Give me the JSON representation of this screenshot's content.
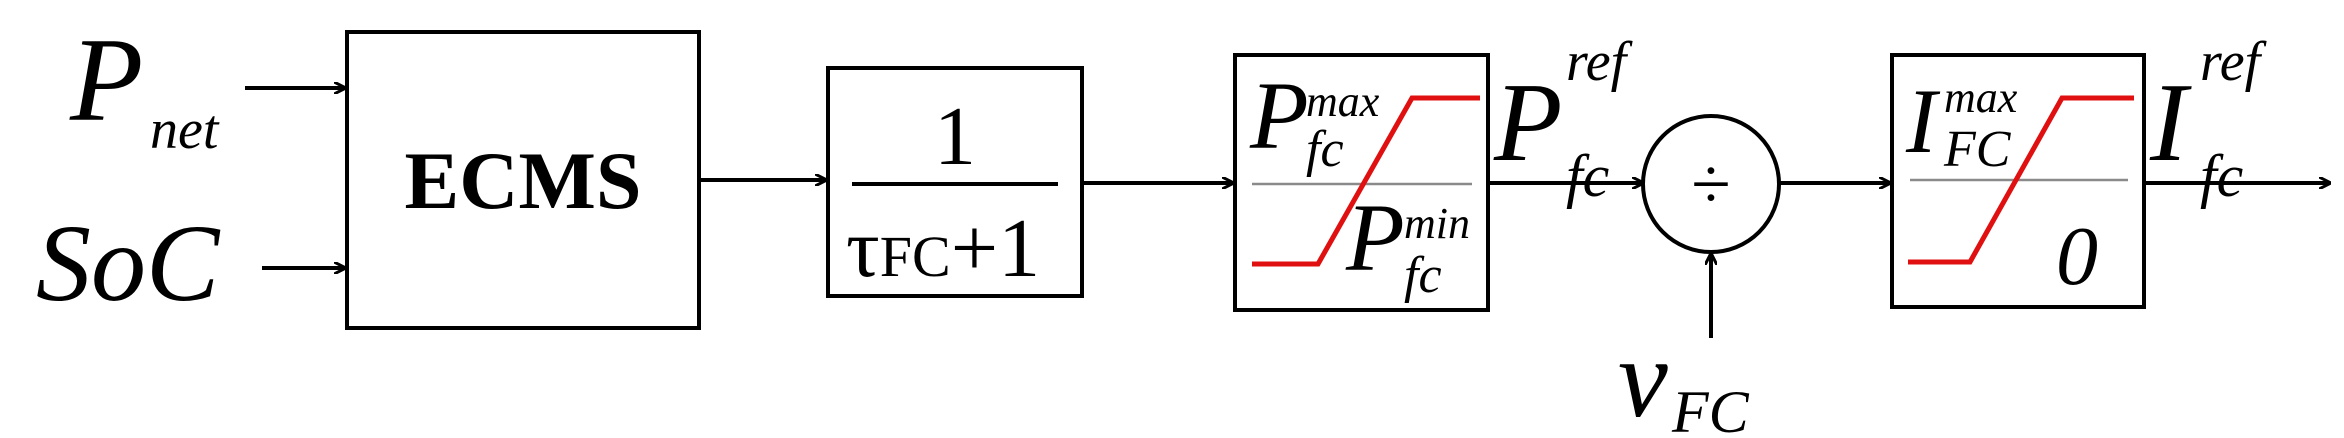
{
  "inputs": {
    "p_net": {
      "main": "P",
      "sub": "net"
    },
    "soc": {
      "text": "SoC"
    }
  },
  "ecms_block": {
    "label": "ECMS"
  },
  "filter_block": {
    "numerator": "1",
    "den_tau": "τ",
    "den_sub": "FC",
    "den_rest": "+1"
  },
  "power_limit": {
    "top_main": "P",
    "top_sub": "fc",
    "top_sup": "max",
    "bottom_main": "P",
    "bottom_sub": "fc",
    "bottom_sup": "min",
    "line_color": "#e01010"
  },
  "power_ref": {
    "main": "P",
    "sub": "fc",
    "sup": "ref"
  },
  "divider": {
    "symbol": "÷"
  },
  "voltage_input": {
    "main": "v",
    "sub": "FC"
  },
  "current_limit": {
    "top_main": "I",
    "top_sub": "FC",
    "top_sup": "max",
    "bottom_text": "0",
    "line_color": "#e01010"
  },
  "current_ref": {
    "main": "I",
    "sub": "fc",
    "sup": "ref"
  }
}
